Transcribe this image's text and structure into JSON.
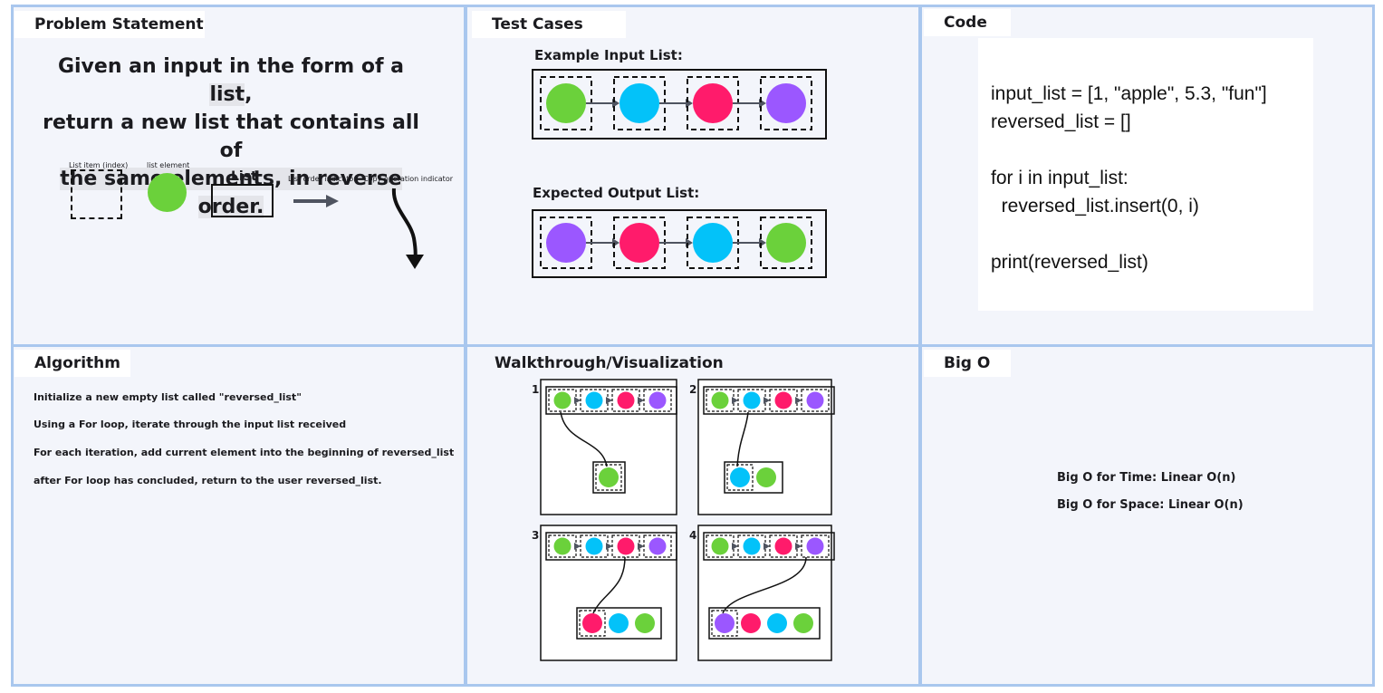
{
  "colors": {
    "green": "#6bd13b",
    "blue": "#03c2f9",
    "pink": "#ff1b6b",
    "purple": "#9b57ff",
    "panel_border": "#a9c7ee",
    "panel_bg": "#f3f5fb"
  },
  "panels": {
    "problem": {
      "title": "Problem Statement",
      "statement_lines": [
        {
          "before": "Given an input in the form of a ",
          "hl": "list",
          "after": ","
        },
        {
          "before": "return a new list that contains all of",
          "hl": "",
          "after": ""
        },
        {
          "before": "",
          "hl": "the same elements, in reverse order.",
          "after": ""
        }
      ]
    },
    "legend": {
      "list_item": "List item (index)",
      "list_element": "list element",
      "list": "List",
      "order": "List order indicator",
      "copy": "Copy operation indicator"
    },
    "test_cases": {
      "title": "Test Cases",
      "input_label": "Example Input List:",
      "output_label": "Expected Output List:",
      "input_list": [
        "green",
        "blue",
        "pink",
        "purple"
      ],
      "output_list": [
        "purple",
        "pink",
        "blue",
        "green"
      ]
    },
    "code": {
      "title": "Code",
      "lines": [
        "input_list = [1, \"apple\", 5.3, \"fun\"]",
        "reversed_list = []",
        "",
        "for i in input_list:",
        "  reversed_list.insert(0, i)",
        "",
        "print(reversed_list)"
      ]
    },
    "algorithm": {
      "title": "Algorithm",
      "steps": [
        "Initialize a new empty list called \"reversed_list\"",
        "Using a For loop, iterate through the input list received",
        "For each iteration, add current element into the beginning of reversed_list",
        "after For loop has concluded, return to the user reversed_list."
      ]
    },
    "walkthrough": {
      "title": "Walkthrough/Visualization",
      "steps": [
        {
          "num": "1",
          "source": [
            "green",
            "blue",
            "pink",
            "purple"
          ],
          "result": [
            "green"
          ]
        },
        {
          "num": "2",
          "source": [
            "green",
            "blue",
            "pink",
            "purple"
          ],
          "result": [
            "blue",
            "green"
          ]
        },
        {
          "num": "3",
          "source": [
            "green",
            "blue",
            "pink",
            "purple"
          ],
          "result": [
            "pink",
            "blue",
            "green"
          ]
        },
        {
          "num": "4",
          "source": [
            "green",
            "blue",
            "pink",
            "purple"
          ],
          "result": [
            "purple",
            "pink",
            "blue",
            "green"
          ]
        }
      ]
    },
    "big_o": {
      "title": "Big O",
      "time": "Big O for Time: Linear  O(n)",
      "space": "Big O for Space: Linear  O(n)"
    }
  }
}
